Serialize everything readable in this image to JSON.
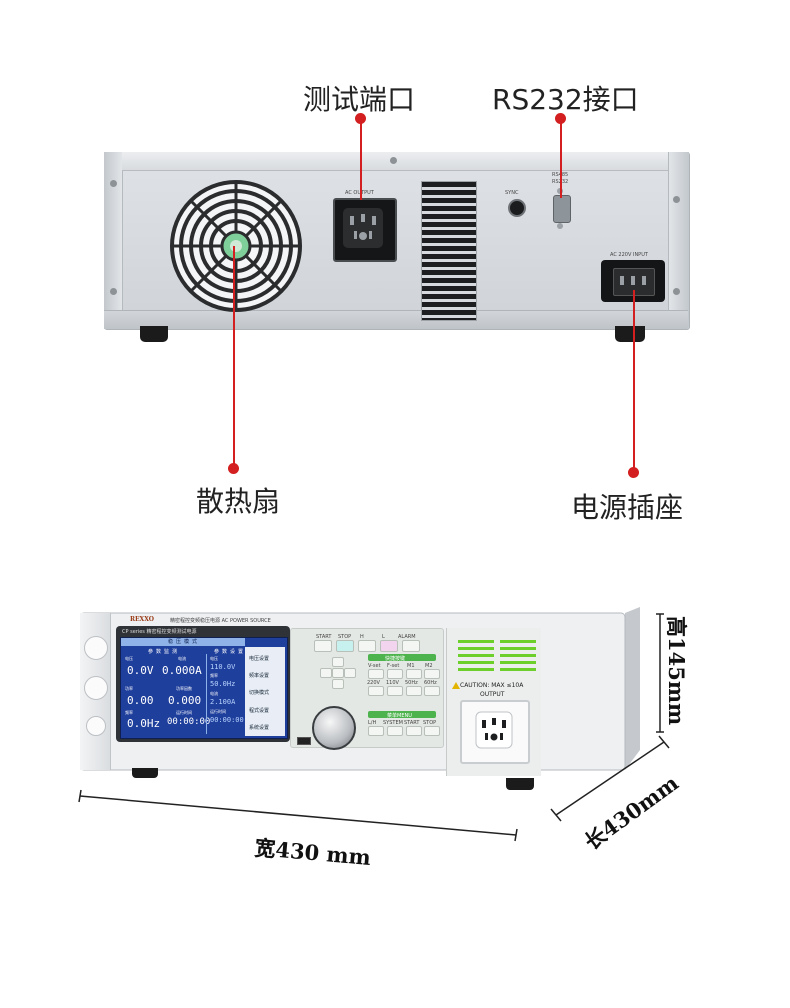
{
  "callouts": {
    "test_port": "测试端口",
    "rs232": "RS232接口",
    "fan": "散热扇",
    "power_socket": "电源插座"
  },
  "rear_panel": {
    "ac_output": "AC OUTPUT",
    "sync": "SYNC",
    "rs485": "RS485",
    "rs232": "RS232",
    "ac_input": "AC  220V  INPUT"
  },
  "front_panel": {
    "brand": "REXXO",
    "header": "精密程控变频稳压电源 AC POWER SOURCE",
    "series": "CP series 精密程控变频测试电源",
    "mode": "稳 压 模 式",
    "col_monitor": "参 数 监 测",
    "col_setting": "参 数 设 置",
    "cells": [
      {
        "label": "电压",
        "value": "0.0V"
      },
      {
        "label": "电流",
        "value": "0.000A"
      },
      {
        "label": "功率",
        "value": "0.00"
      },
      {
        "label": "功率因数",
        "value": "0.000"
      },
      {
        "label": "频率",
        "value": "0.0Hz"
      },
      {
        "label": "运行时间",
        "value": "00:00:00"
      }
    ],
    "settings": [
      {
        "label": "电压",
        "value": "110.0V"
      },
      {
        "label": "频率",
        "value": "50.0Hz"
      },
      {
        "label": "电流",
        "value": "2.100A"
      },
      {
        "label": "运行时间",
        "value": "00:00:00"
      }
    ],
    "softkeys": [
      "电压设置",
      "频率设置",
      "切换模式",
      "程式设置",
      "系统设置"
    ],
    "top_keys": [
      "START",
      "STOP",
      "H",
      "L",
      "ALARM"
    ],
    "quick_title": "快捷按键",
    "quick_keys": [
      "V-set",
      "F-set",
      "M1",
      "M2",
      "220V",
      "110V",
      "50Hz",
      "60Hz"
    ],
    "menu_title": "菜单MENU",
    "menu_keys": [
      "L/H",
      "SYSTEM",
      "START",
      "STOP"
    ],
    "caution": "CAUTION: MAX ≤10A",
    "output": "OUTPUT"
  },
  "dimensions": {
    "height": "高145mm",
    "length": "长430mm",
    "width": "宽430 mm"
  },
  "colors": {
    "callout_red": "#d31f1f",
    "lcd_blue": "#1f3f9c",
    "vent_green": "#6ccf2a"
  }
}
